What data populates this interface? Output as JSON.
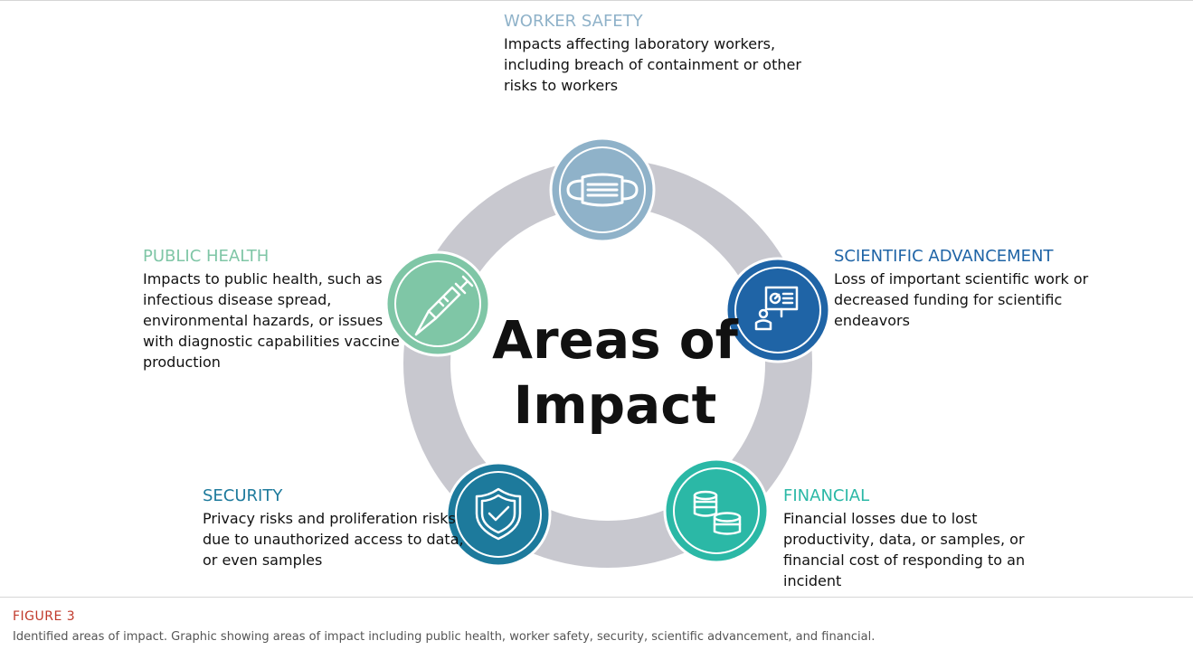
{
  "diagram": {
    "center_title_line1": "Areas of",
    "center_title_line2": "Impact",
    "areas": [
      {
        "key": "worker_safety",
        "title": "WORKER SAFETY",
        "description": "Impacts affecting laboratory workers, including breach of containment or other risks to workers",
        "color": "#8fb2c9",
        "icon": "face-mask-icon"
      },
      {
        "key": "scientific_advancement",
        "title": "SCIENTIFIC ADVANCEMENT",
        "description": "Loss of important scientific work or decreased funding for scientific endeavors",
        "color": "#1f64a6",
        "icon": "presentation-icon"
      },
      {
        "key": "financial",
        "title": "FINANCIAL",
        "description": "Financial losses due to lost productivity, data, or samples, or financial cost of responding to an incident",
        "color": "#2bb8a6",
        "icon": "coins-icon"
      },
      {
        "key": "security",
        "title": "SECURITY",
        "description": "Privacy risks and proliferation risks due to unauthorized access to data, or even samples",
        "color": "#1d7a9c",
        "icon": "shield-check-icon"
      },
      {
        "key": "public_health",
        "title": "PUBLIC HEALTH",
        "description": "Impacts to public health, such as infectious disease spread, environmental hazards, or issues with diagnostic capabilities vaccine production",
        "color": "#7fc6a6",
        "icon": "syringe-icon"
      }
    ],
    "ring_color": "#c8c8cf"
  },
  "figure": {
    "label": "FIGURE 3",
    "caption": "Identified areas of impact. Graphic showing areas of impact including public health, worker safety, security, scientific advancement, and financial."
  }
}
